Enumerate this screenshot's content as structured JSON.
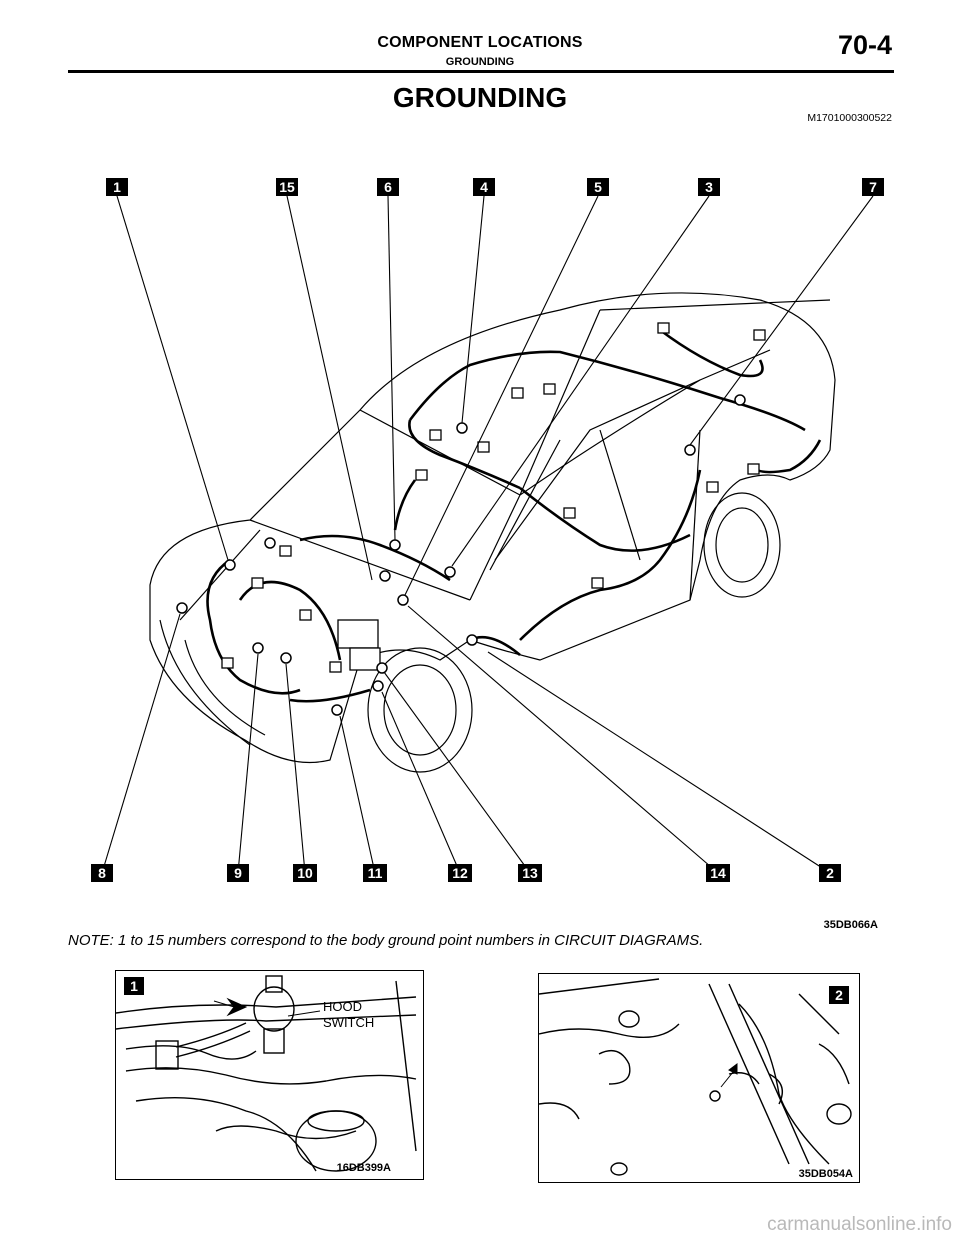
{
  "header": {
    "section": "COMPONENT LOCATIONS",
    "subsection": "GROUNDING",
    "page_number": "70-4"
  },
  "title": "GROUNDING",
  "doc_code": "M1701000300522",
  "figure": {
    "callouts_top": [
      "1",
      "15",
      "6",
      "4",
      "5",
      "3",
      "7"
    ],
    "callouts_bottom": [
      "8",
      "9",
      "10",
      "11",
      "12",
      "13",
      "14",
      "2"
    ],
    "figure_code": "35DB066A"
  },
  "note": "NOTE: 1 to 15 numbers correspond to the body ground point numbers in CIRCUIT DIAGRAMS.",
  "detail_left": {
    "badge": "1",
    "label_line1": "HOOD",
    "label_line2": "SWITCH",
    "figure_code": "16DB399A"
  },
  "detail_right": {
    "badge": "2",
    "figure_code": "35DB054A"
  },
  "footer": "carmanualsonline.info",
  "colors": {
    "ink": "#000000",
    "badge_bg": "#000000",
    "watermark": "#b9b9b9"
  }
}
